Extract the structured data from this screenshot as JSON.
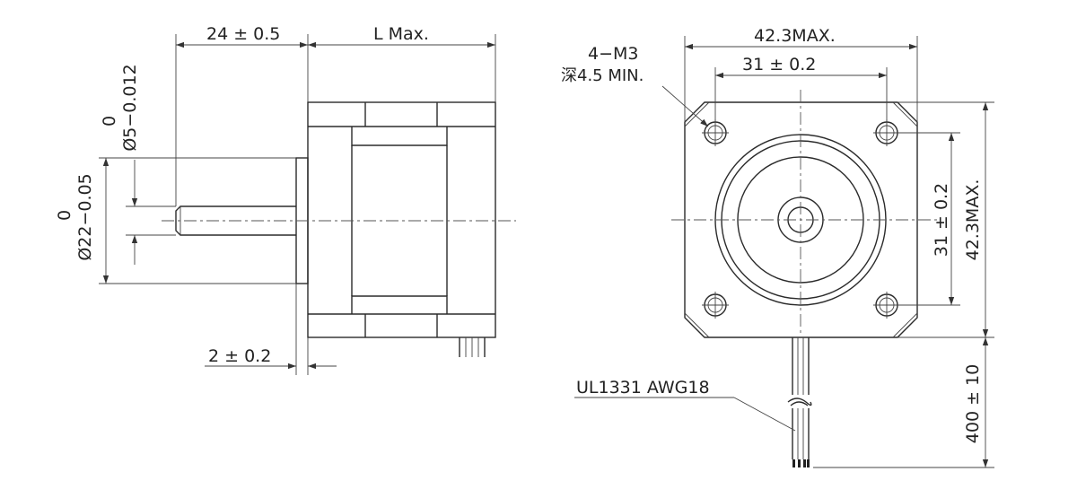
{
  "side_view": {
    "shaft_length": "24 ± 0.5",
    "body_length": "L Max.",
    "shaft_dia_tol_top": "0",
    "shaft_dia": "Ø5−0.012",
    "boss_dia_tol_top": "0",
    "boss_dia": "Ø22−0.05",
    "boss_height": "2 ± 0.2"
  },
  "front_view": {
    "overall_width": "42.3MAX.",
    "hole_pitch_h": "31 ± 0.2",
    "hole_pitch_v": "31 ± 0.2",
    "overall_height": "42.3MAX.",
    "screw_label": "4−M3",
    "screw_depth": "深4.5 MIN.",
    "lead_length": "400 ± 10",
    "wire_spec": "UL1331 AWG18"
  }
}
